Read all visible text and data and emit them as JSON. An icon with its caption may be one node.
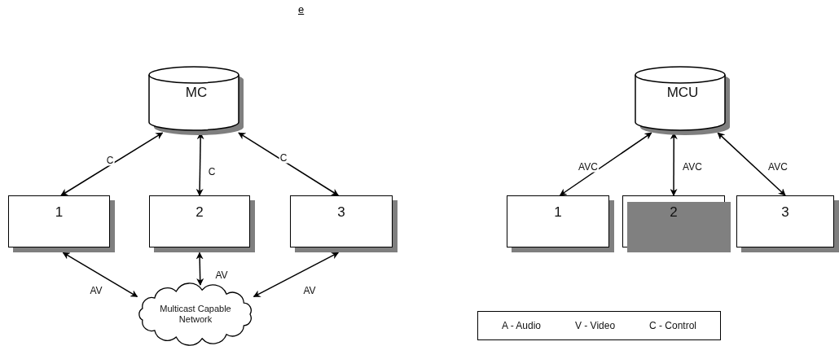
{
  "diagram": {
    "nodes": [
      {
        "text": [
          "MC"
        ]
      },
      {
        "text": [
          "1"
        ]
      },
      {
        "text": [
          "2"
        ]
      },
      {
        "text": [
          "3"
        ]
      },
      {
        "text": [
          "Multicast Capable Network"
        ]
      },
      {
        "text": [
          "MCU"
        ]
      },
      {
        "text": [
          "1"
        ]
      },
      {
        "text": [
          "2"
        ]
      },
      {
        "text": [
          "3"
        ]
      }
    ],
    "edges": [
      {
        "from": 1,
        "to": 0,
        "arrow": "both",
        "label": "C"
      },
      {
        "from": 2,
        "to": 0,
        "arrow": "both",
        "label": "C"
      },
      {
        "from": 3,
        "to": 0,
        "arrow": "both",
        "label": "C"
      },
      {
        "from": 1,
        "to": 4,
        "arrow": "both",
        "label": "AV"
      },
      {
        "from": 2,
        "to": 4,
        "arrow": "both",
        "label": "AV"
      },
      {
        "from": 3,
        "to": 4,
        "arrow": "both",
        "label": "AV"
      },
      {
        "from": 6,
        "to": 5,
        "arrow": "both",
        "label": "AVC"
      },
      {
        "from": 7,
        "to": 5,
        "arrow": "both",
        "label": "AVC"
      },
      {
        "from": 8,
        "to": 5,
        "arrow": "both",
        "label": "AVC"
      }
    ],
    "labels": [
      "e"
    ],
    "legend": [
      {
        "text": "A - Audio"
      },
      {
        "text": "V - Video"
      },
      {
        "text": "C - Control"
      }
    ]
  }
}
